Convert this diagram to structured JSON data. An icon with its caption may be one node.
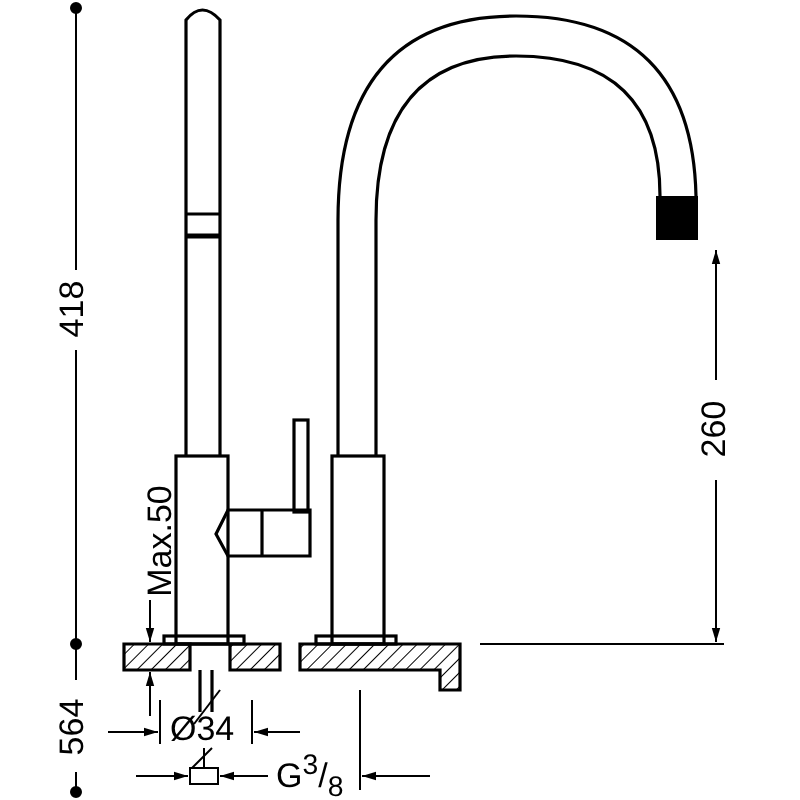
{
  "diagram": {
    "labels": [
      "418",
      "Max.50",
      "260",
      "564",
      "Ø34",
      "G$^{3}$/$_{8}$"
    ]
  }
}
